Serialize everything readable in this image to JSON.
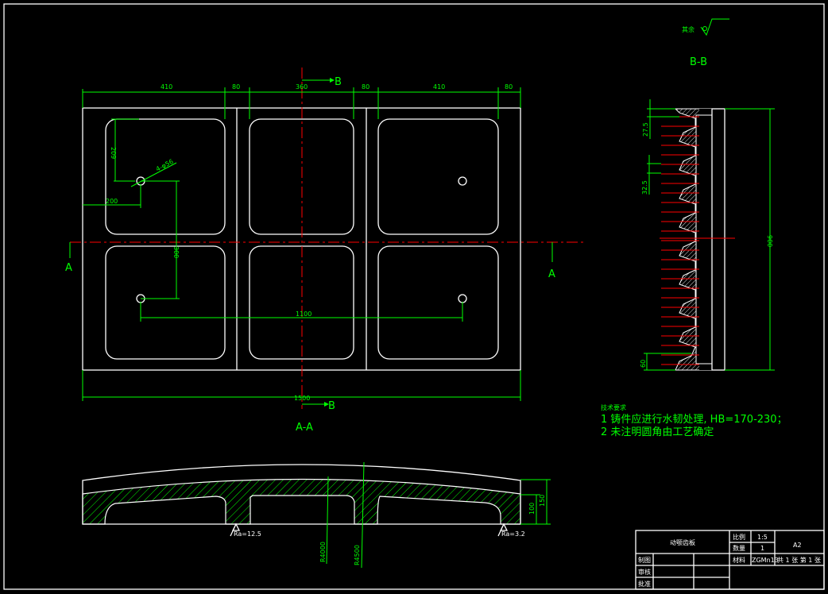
{
  "drawing": {
    "surface_mark": "其余",
    "section_bb_label": "B-B",
    "section_aa_label": "A-A",
    "cut_a_left": "A",
    "cut_a_right": "A",
    "cut_b_top": "B",
    "cut_b_bottom": "B",
    "top_dims": [
      "410",
      "80",
      "360",
      "80",
      "410",
      "80"
    ],
    "dim_overall_width": "1500",
    "dim_hole_spacing_x": "1100",
    "dim_hole_spacing_y": "300",
    "dim_hole_offset_x": "200",
    "dim_hole_offset_y": "209",
    "hole_callout": "4-φ56",
    "bb_dims": {
      "pitch_a": "27.5",
      "pitch_b": "32.5",
      "bottom": "60",
      "height": "900"
    },
    "aa_dims": {
      "inner": "100",
      "total": "150",
      "r1": "R4000",
      "r2": "R4500"
    },
    "roughness_left": "Ra=12.5",
    "roughness_right": "Ra=3.2"
  },
  "technical_requirements": {
    "heading": "技术要求",
    "items": [
      "1 铸件应进行水韧处理, HB=170-230；",
      "2 未注明圆角由工艺确定"
    ]
  },
  "title_block": {
    "part_name": "动颚齿板",
    "scale_label": "比例",
    "scale_value": "1:5",
    "qty_label": "数量",
    "qty_value": "1",
    "sheet_size": "A2",
    "drawn_label": "制图",
    "checked_label": "审核",
    "approved_label": "批准",
    "material_label": "材料",
    "material_value": "ZGMn13",
    "sheets": "共 1 张  第 1 张"
  }
}
